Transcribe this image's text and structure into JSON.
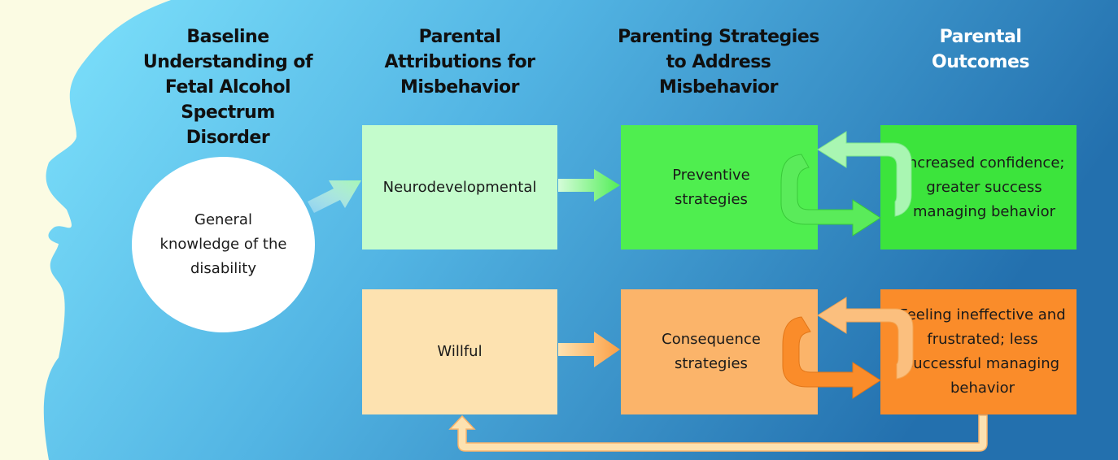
{
  "headers": {
    "baseline": "Baseline Understanding of Fetal Alcohol Spectrum Disorder",
    "attributions": "Parental Attributions for Misbehavior",
    "strategies": "Parenting Strategies to Address Misbehavior",
    "outcomes": "Parental Outcomes"
  },
  "circle": {
    "text": "General knowledge of the disability"
  },
  "row_positive": {
    "attribution": "Neurodevelopmental",
    "strategy": "Preventive strategies",
    "outcome": "Increased confidence; greater success managing behavior"
  },
  "row_negative": {
    "attribution": "Willful",
    "strategy": "Consequence strategies",
    "outcome": "Feeling ineffective and frustrated; less successful managing behavior"
  },
  "colors": {
    "light_green": "#c4fccc",
    "mid_green": "#4fee4f",
    "bright_green": "#3ce43c",
    "light_orange": "#fde2b0",
    "mid_orange": "#fbb46a",
    "bright_orange": "#fa8c2a",
    "background_left": "#fbfbe3",
    "gradient_start": "#79e0fb",
    "gradient_end": "#2777b4"
  }
}
